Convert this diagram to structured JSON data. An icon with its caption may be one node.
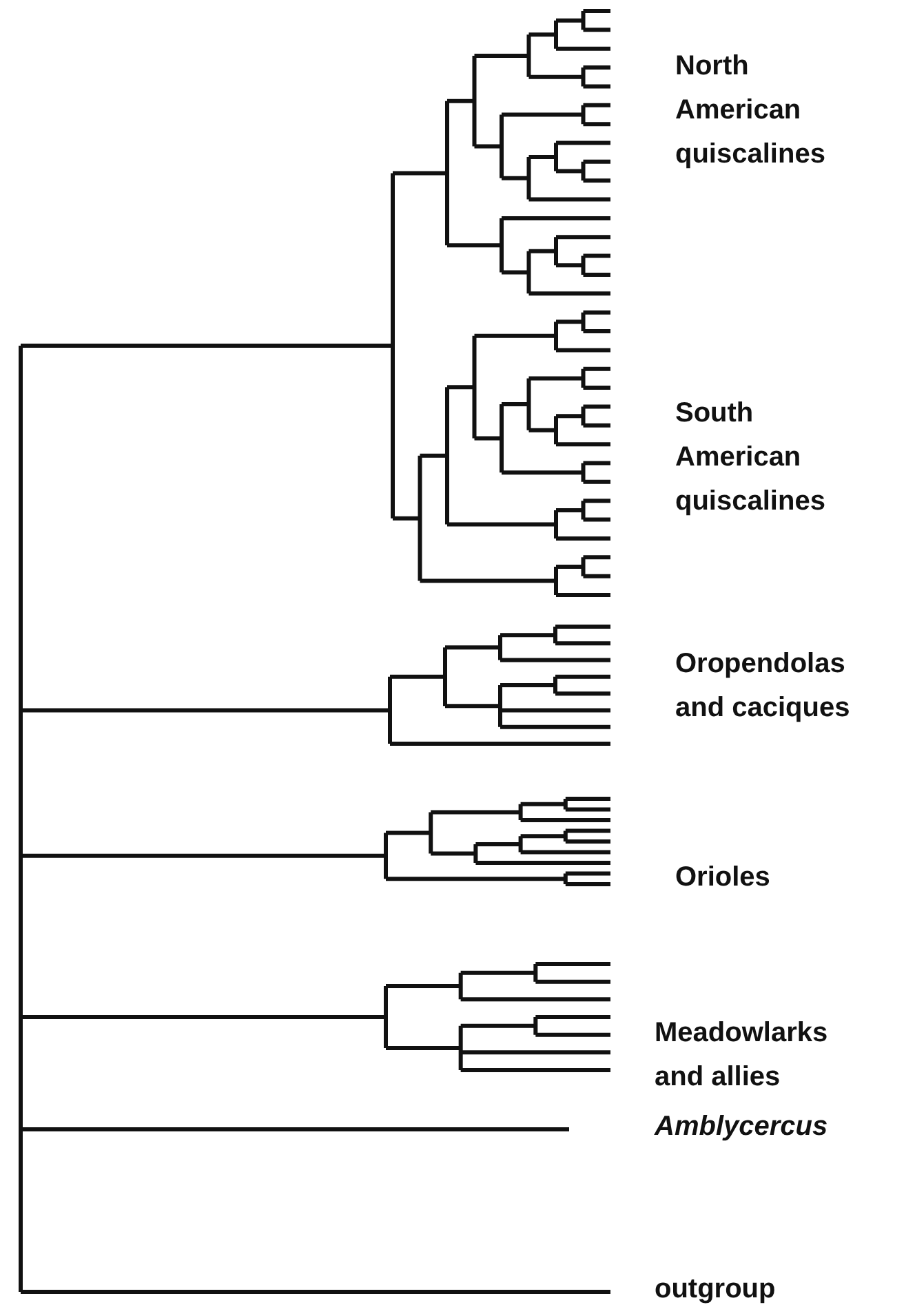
{
  "diagram": {
    "labels": [
      "North American quiscalines",
      "South American quiscalines",
      "Oropendolas and caciques",
      "Orioles",
      "Meadowlarks and allies",
      "Amblycercus",
      "outgroup"
    ]
  }
}
